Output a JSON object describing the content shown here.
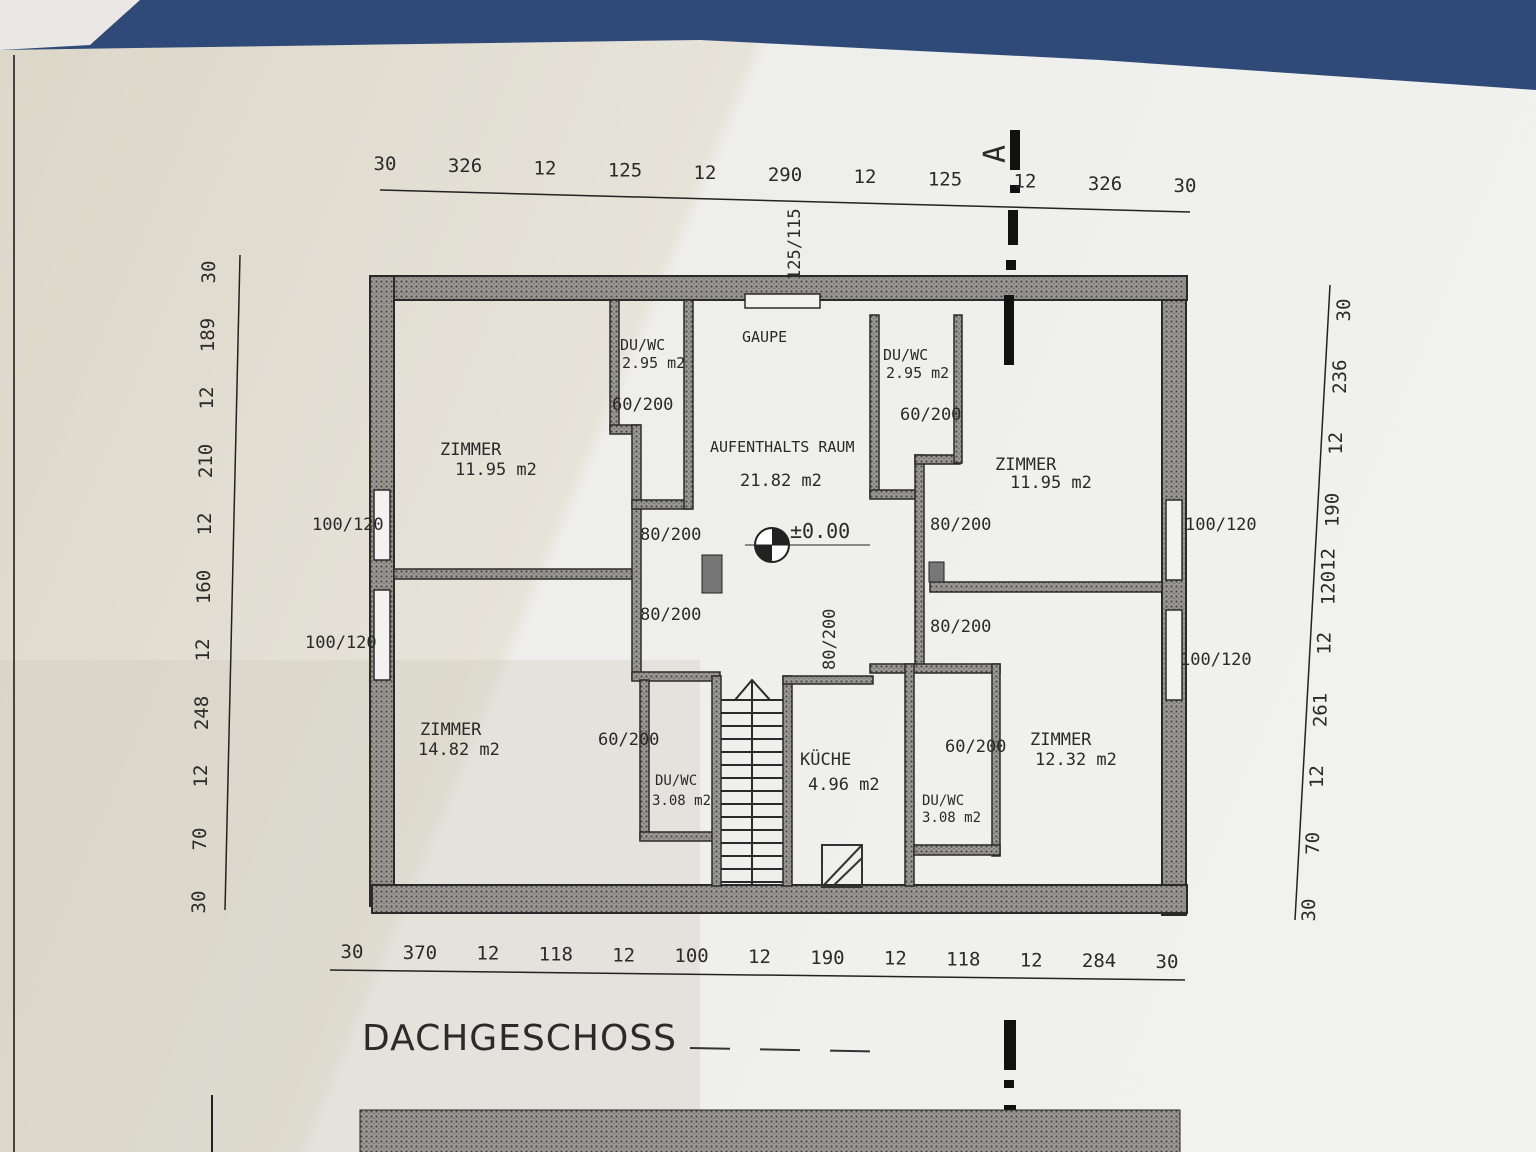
{
  "plan": {
    "title": "DACHGESCHOSS",
    "section_marker": "A",
    "level_mark": "±0.00",
    "rooms": [
      {
        "name": "ZIMMER",
        "area": "11.95 m2"
      },
      {
        "name": "DU/WC",
        "area": "2.95 m2"
      },
      {
        "name": "GAUPE",
        "area": ""
      },
      {
        "name": "AUFENTHALTS RAUM",
        "area": "21.82 m2"
      },
      {
        "name": "DU/WC",
        "area": "2.95 m2"
      },
      {
        "name": "ZIMMER",
        "area": "11.95 m2"
      },
      {
        "name": "ZIMMER",
        "area": "14.82 m2"
      },
      {
        "name": "DU/WC",
        "area": "3.08 m2"
      },
      {
        "name": "KÜCHE",
        "area": "4.96 m2"
      },
      {
        "name": "DU/WC",
        "area": "3.08 m2"
      },
      {
        "name": "ZIMMER",
        "area": "12.32 m2"
      }
    ],
    "openings": {
      "window": "100/120",
      "door_bath": "60/200",
      "door_room": "80/200",
      "dormer": "125/115"
    },
    "dimensions": {
      "top": [
        "30",
        "326",
        "12",
        "125",
        "12",
        "290",
        "12",
        "125",
        "12",
        "326",
        "30"
      ],
      "bottom": [
        "30",
        "370",
        "12",
        "118",
        "12",
        "100",
        "12",
        "190",
        "12",
        "118",
        "12",
        "284",
        "30"
      ],
      "left": [
        "30",
        "189",
        "12",
        "210",
        "12",
        "160",
        "12",
        "248",
        "12",
        "70",
        "30"
      ],
      "right": [
        "30",
        "236",
        "12",
        "190",
        "12012",
        "12",
        "261",
        "12",
        "70",
        "30"
      ]
    },
    "colors": {
      "paper": "#ecebe6",
      "ink": "#2a2a2a",
      "background": "#2f4a78"
    }
  }
}
